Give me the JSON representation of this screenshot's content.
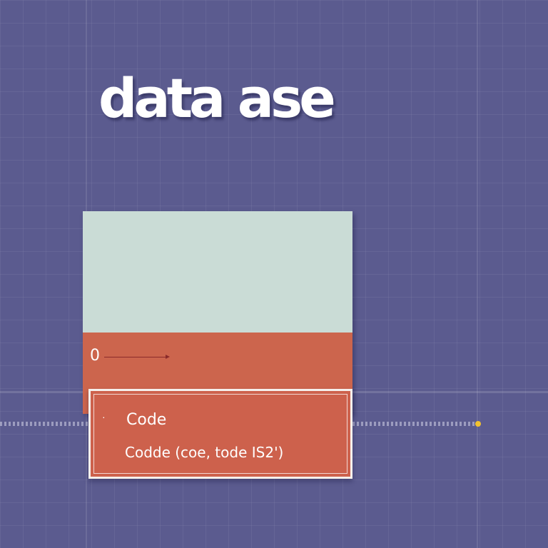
{
  "header": {
    "title": "data ase"
  },
  "card": {
    "row_label": "0"
  },
  "popup": {
    "bullet": "·",
    "line1": "Code",
    "line2": "Codde (coe, tode  IS2')"
  },
  "colors": {
    "background": "#5b5b8f",
    "card_top": "#cadcd6",
    "card_bottom": "#cc654d",
    "popup_fill": "#cd614c",
    "accent_dot": "#f2c230"
  },
  "icons": {
    "arrow": "right-arrow-icon",
    "end_marker": "dot-icon"
  }
}
